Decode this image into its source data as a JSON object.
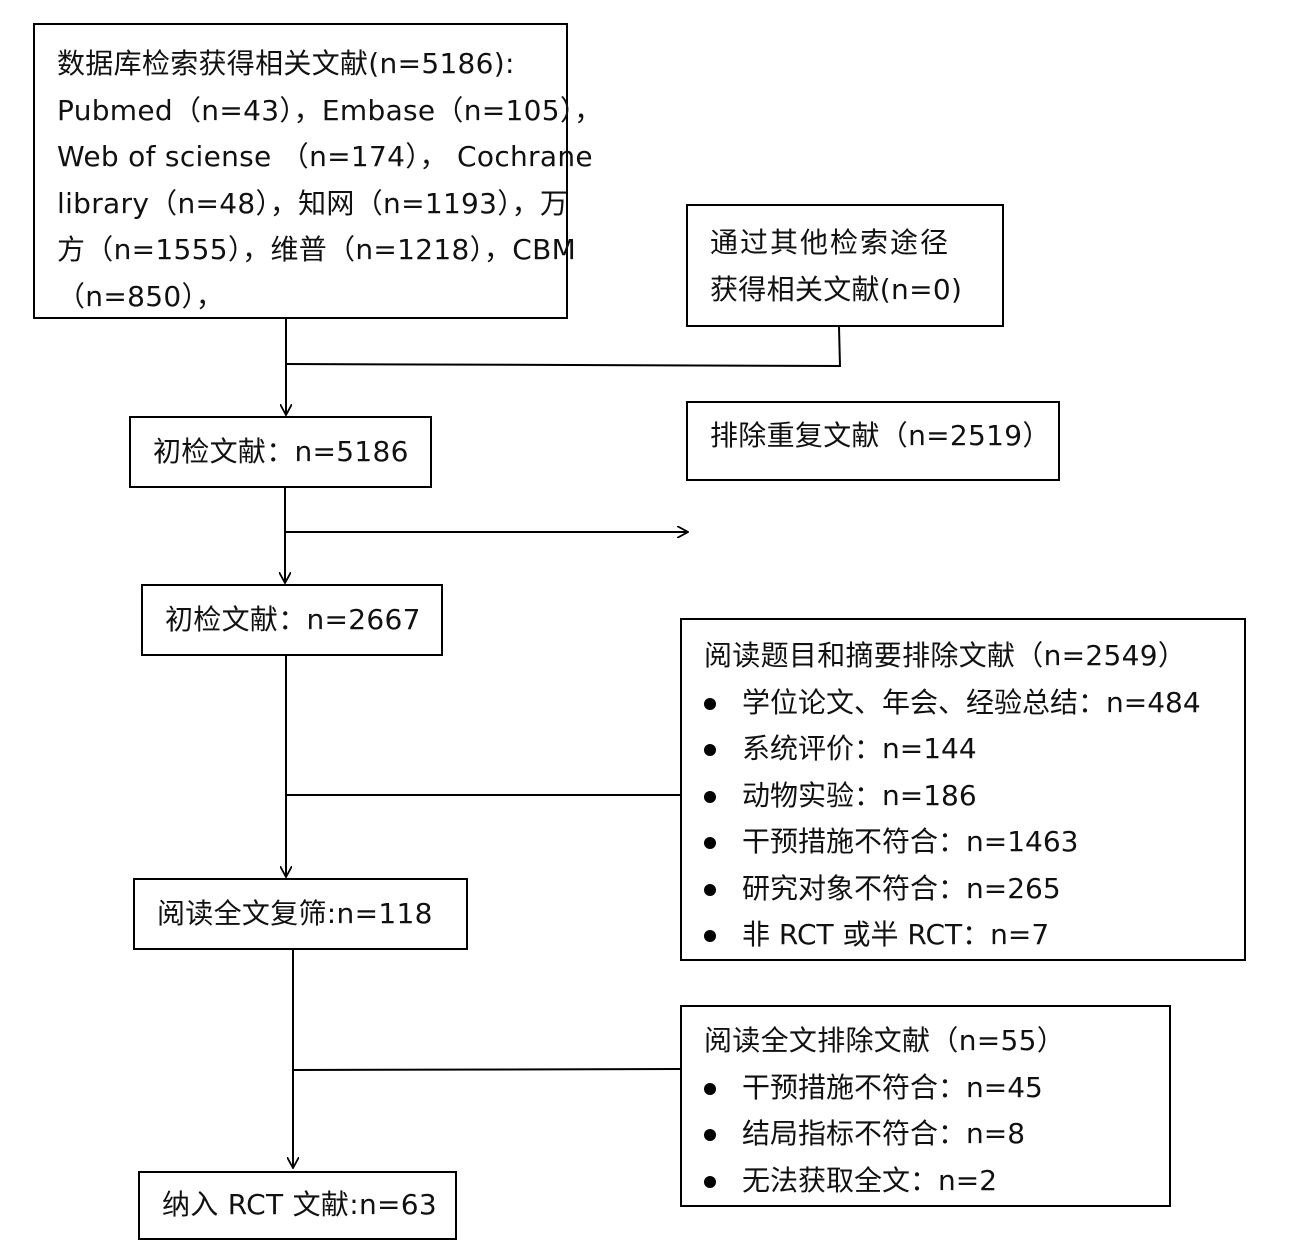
{
  "nodes": {
    "database_search": {
      "lines": [
        "数据库检索获得相关文献(n=5186):",
        "Pubmed（n=43），Embase（n=105），",
        "Web of sciense （n=174）， Cochrane",
        "library（n=48），知网（n=1193），万",
        "方（n=1555），维普（n=1218），CBM",
        "（n=850），"
      ]
    },
    "other_sources": {
      "lines": [
        "通过其他检索途径",
        "获得相关文献(n=0)"
      ]
    },
    "initial_check_1": {
      "label": "初检文献：n=5186"
    },
    "duplicates_removed": {
      "label": "排除重复文献（n=2519）"
    },
    "initial_check_2": {
      "label": "初检文献：n=2667"
    },
    "title_abstract_excluded": {
      "title": "阅读题目和摘要排除文献（n=2549）",
      "items": [
        "学位论文、年会、经验总结：n=484",
        "系统评价：n=144",
        "动物实验：n=186",
        "干预措施不符合：n=1463",
        "研究对象不符合：n=265",
        "非 RCT 或半 RCT：n=7"
      ]
    },
    "full_text_review": {
      "label": "阅读全文复筛:n=118"
    },
    "full_text_excluded": {
      "title": "阅读全文排除文献（n=55）",
      "items": [
        "干预措施不符合：n=45",
        "结局指标不符合：n=8",
        "无法获取全文：n=2"
      ]
    },
    "included": {
      "label": "纳入 RCT 文献:n=63"
    }
  },
  "edges": [
    {
      "from": "database_search",
      "to": "initial_check_1"
    },
    {
      "from": "other_sources",
      "to": "initial_check_1"
    },
    {
      "from": "initial_check_1",
      "to": "duplicates_removed"
    },
    {
      "from": "initial_check_1",
      "to": "initial_check_2"
    },
    {
      "from": "initial_check_2",
      "to": "title_abstract_excluded"
    },
    {
      "from": "initial_check_2",
      "to": "full_text_review"
    },
    {
      "from": "full_text_review",
      "to": "full_text_excluded"
    },
    {
      "from": "full_text_review",
      "to": "included"
    }
  ]
}
